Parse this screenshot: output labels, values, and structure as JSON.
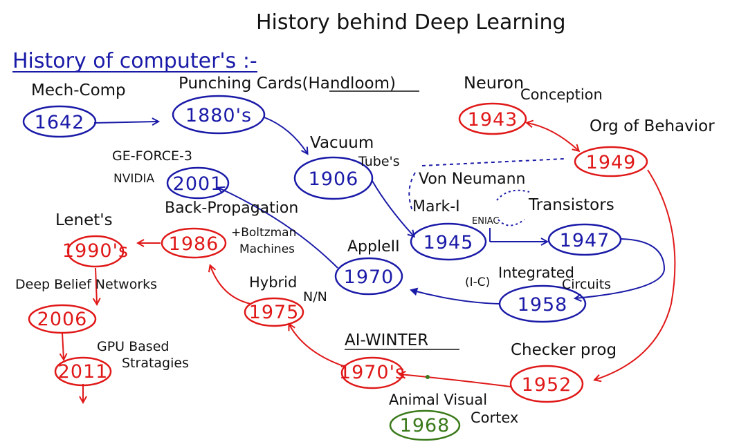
{
  "title": "History behind Deep Learning",
  "heading": "History of computer's :-",
  "colors": {
    "blue": "#1a1aa8",
    "red": "#e01818",
    "green": "#3a7a1a",
    "ink": "#111111"
  },
  "labels": {
    "mech_comp": "Mech-Comp",
    "punching_cards": "Punching Cards(Handloom)",
    "vacuum": "Vacuum",
    "tubes": "Tube's",
    "geforce": "GE-FORCE-3",
    "nvidia": "NVIDIA",
    "von_neumann": "Von Neumann",
    "mark_i": "Mark-I",
    "eniac": "ENIAC",
    "transistors": "Transistors",
    "apple": "AppleII",
    "ic": "(I-C)",
    "integrated": "Integrated",
    "circuits": "Circuits",
    "neuron": "Neuron",
    "conception": "Conception",
    "org_behavior": "Org of Behavior",
    "lenets": "Lenet's",
    "back_prop": "Back-Propagation",
    "boltzman": "+Boltzman",
    "machines": "Machines",
    "dbn": "Deep Belief Networks",
    "hybrid": "Hybrid",
    "nn": "N/N",
    "ai_winter": "AI-WINTER",
    "checker": "Checker prog",
    "gpu": "GPU Based",
    "strategies": "Stratagies",
    "animal_visual": "Animal Visual",
    "cortex": "Cortex"
  },
  "nodes": {
    "y1642": "1642",
    "y1880": "1880's",
    "y1906": "1906",
    "y2001": "2001",
    "y1945": "1945",
    "y1947": "1947",
    "y1970a": "1970",
    "y1958": "1958",
    "y1943": "1943",
    "y1949": "1949",
    "y1990": "1990's",
    "y1986": "1986",
    "y2006": "2006",
    "y1975": "1975",
    "y2011": "2011",
    "y1970s": "1970's",
    "y1952": "1952",
    "y1968": "1968"
  }
}
